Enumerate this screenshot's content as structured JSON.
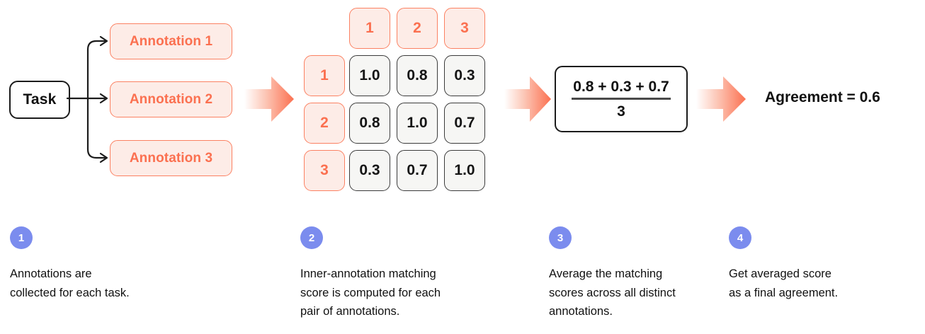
{
  "colors": {
    "coral": "#fb7050",
    "coral_border": "#fb8162",
    "coral_fill": "#fdece7",
    "ink": "#111111",
    "cell_fill": "#f6f6f4",
    "cell_border": "#3b3b3b",
    "badge_blue": "#7b8cee",
    "white": "#ffffff"
  },
  "flow": {
    "task_label": "Task",
    "annotations": [
      {
        "label": "Annotation 1"
      },
      {
        "label": "Annotation 2"
      },
      {
        "label": "Annotation 3"
      }
    ],
    "arrows": [
      {
        "name": "arrow-task-to-matrix"
      },
      {
        "name": "arrow-matrix-to-formula"
      },
      {
        "name": "arrow-formula-to-result"
      }
    ],
    "result_label": "Agreement = 0.6"
  },
  "matrix": {
    "column_headers": [
      "1",
      "2",
      "3"
    ],
    "row_headers": [
      "1",
      "2",
      "3"
    ],
    "rows": [
      [
        "1.0",
        "0.8",
        "0.3"
      ],
      [
        "0.8",
        "1.0",
        "0.7"
      ],
      [
        "0.3",
        "0.7",
        "1.0"
      ]
    ]
  },
  "formula": {
    "numerator": "0.8 + 0.3 + 0.7",
    "denominator": "3"
  },
  "steps": [
    {
      "number": "1",
      "text": "Annotations are\ncollected for each task."
    },
    {
      "number": "2",
      "text": "Inner-annotation matching\nscore is computed for each\npair of annotations."
    },
    {
      "number": "3",
      "text": "Average the matching\nscores across all distinct\nannotations."
    },
    {
      "number": "4",
      "text": "Get averaged score\nas a final agreement."
    }
  ]
}
